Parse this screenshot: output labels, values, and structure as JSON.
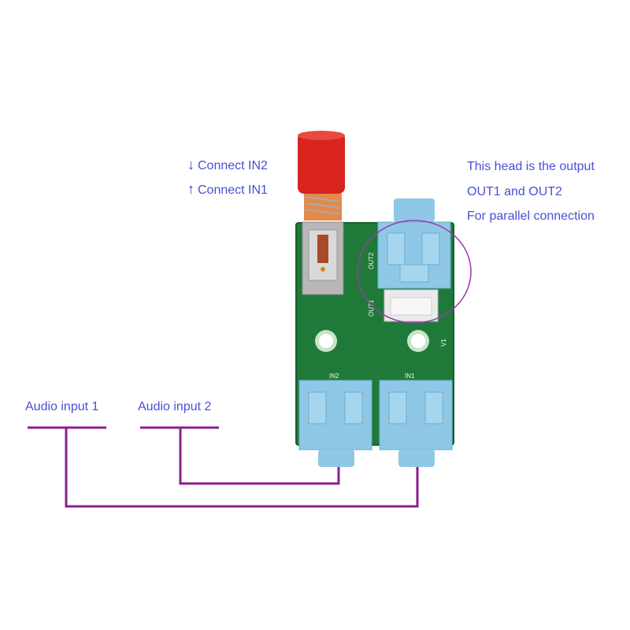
{
  "switch_labels": {
    "in2": {
      "arrow": "↓",
      "text": "Connect IN2"
    },
    "in1": {
      "arrow": "↑",
      "text": "Connect IN1"
    }
  },
  "output_note": {
    "line1": "This head is the output",
    "line2": "OUT1 and OUT2",
    "line3": "For parallel connection"
  },
  "audio_inputs": {
    "input1": "Audio input 1",
    "input2": "Audio input 2"
  },
  "board_silkscreen": {
    "out2": "OUT2",
    "out1": "OUT1",
    "in2": "IN2",
    "in1": "IN1",
    "version": "V1"
  },
  "colors": {
    "label_text": "#4a4fd6",
    "wire": "#8a1f8f",
    "circle_highlight": "#9a3aa8",
    "pcb": "#1f7a3a",
    "jack": "#8ec8e6",
    "knob": "#d8231f"
  }
}
